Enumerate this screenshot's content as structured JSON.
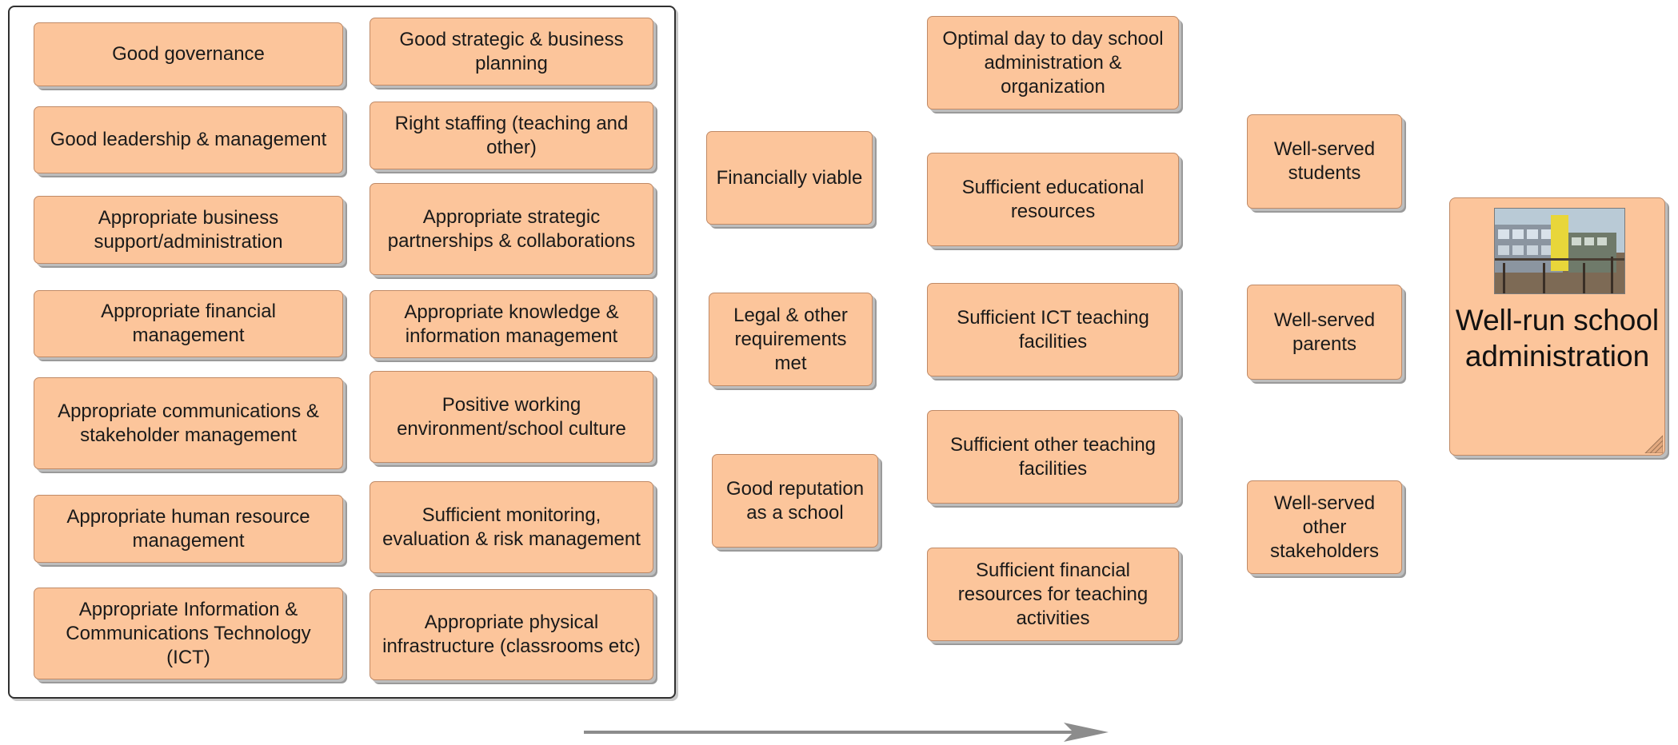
{
  "enablers": {
    "left_column": [
      "Good governance",
      "Good leadership & management",
      "Appropriate business support/administration",
      "Appropriate financial management",
      "Appropriate communications & stakeholder management",
      "Appropriate human resource management",
      "Appropriate Information & Communications Technology (ICT)"
    ],
    "right_column": [
      "Good strategic & business planning",
      "Right staffing (teaching and other)",
      "Appropriate strategic partnerships & collaborations",
      "Appropriate knowledge & information management",
      "Positive working environment/school culture",
      "Sufficient monitoring, evaluation & risk management",
      "Appropriate physical infrastructure (classrooms etc)"
    ]
  },
  "requirements": [
    "Financially viable",
    "Legal & other requirements met",
    "Good reputation as a school"
  ],
  "resources": [
    "Optimal day to day school administration & organization",
    "Sufficient educational resources",
    "Sufficient ICT teaching facilities",
    "Sufficient other teaching facilities",
    "Sufficient financial resources for teaching activities"
  ],
  "stakeholders": [
    "Well-served students",
    "Well-served parents",
    "Well-served other stakeholders"
  ],
  "goal": {
    "title": "Well-run school administration",
    "image_icon": "school-building-photo"
  },
  "colors": {
    "node_fill": "#fcc59b",
    "node_border": "#c08a66",
    "frame_border": "#303030",
    "arrow": "#8c8c8c"
  }
}
